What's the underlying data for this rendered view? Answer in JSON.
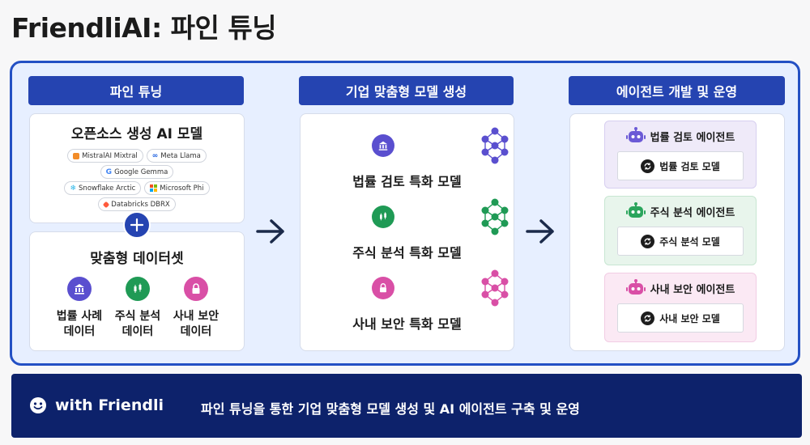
{
  "title": "FriendliAI: 파인 튜닝",
  "columns": [
    {
      "header": "파인 튜닝"
    },
    {
      "header": "기업 맞춤형 모델 생성"
    },
    {
      "header": "에이전트 개발 및 운영"
    }
  ],
  "open_source": {
    "title": "오픈소스 생성 AI 모델",
    "chip_rows": [
      [
        "MistralAI Mixtral",
        "Meta Llama"
      ],
      [
        "Google Gemma"
      ],
      [
        "Snowflake Arctic",
        "Microsoft Phi"
      ],
      [
        "Databricks DBRX"
      ]
    ]
  },
  "dataset": {
    "title": "맞춤형 데이터셋",
    "items": [
      {
        "line1": "법률 사례",
        "line2": "데이터",
        "color": "#5a4fcf",
        "icon": "bank-icon"
      },
      {
        "line1": "주식 분석",
        "line2": "데이터",
        "color": "#1f9a55",
        "icon": "candlestick-icon"
      },
      {
        "line1": "사내 보안",
        "line2": "데이터",
        "color": "#d94fa6",
        "icon": "lock-icon"
      }
    ]
  },
  "models": [
    {
      "label": "법률 검토 특화 모델",
      "color": "#5a4fcf",
      "icon": "bank-icon"
    },
    {
      "label": "주식 분석 특화 모델",
      "color": "#1f9a55",
      "icon": "candlestick-icon"
    },
    {
      "label": "사내 보안 특화 모델",
      "color": "#d94fa6",
      "icon": "lock-icon"
    }
  ],
  "agents": [
    {
      "title": "법률 검토 에이전트",
      "model": "법률 검토 모델",
      "color": "#6b5ad6",
      "bg": "#efeaf9",
      "border": "#d7cff0"
    },
    {
      "title": "주식 분석 에이전트",
      "model": "주식 분석 모델",
      "color": "#2aa55c",
      "bg": "#e8f5ec",
      "border": "#c8e6d2"
    },
    {
      "title": "사내 보안 에이전트",
      "model": "사내 보안 모델",
      "color": "#d94fa6",
      "bg": "#fbe9f4",
      "border": "#f2cde4"
    }
  ],
  "footer": {
    "brand": "with Friendli",
    "text": "파인 튜닝을 통한 기업 맞춤형 모델 생성 및 AI 에이전트 구축 및 운영"
  }
}
